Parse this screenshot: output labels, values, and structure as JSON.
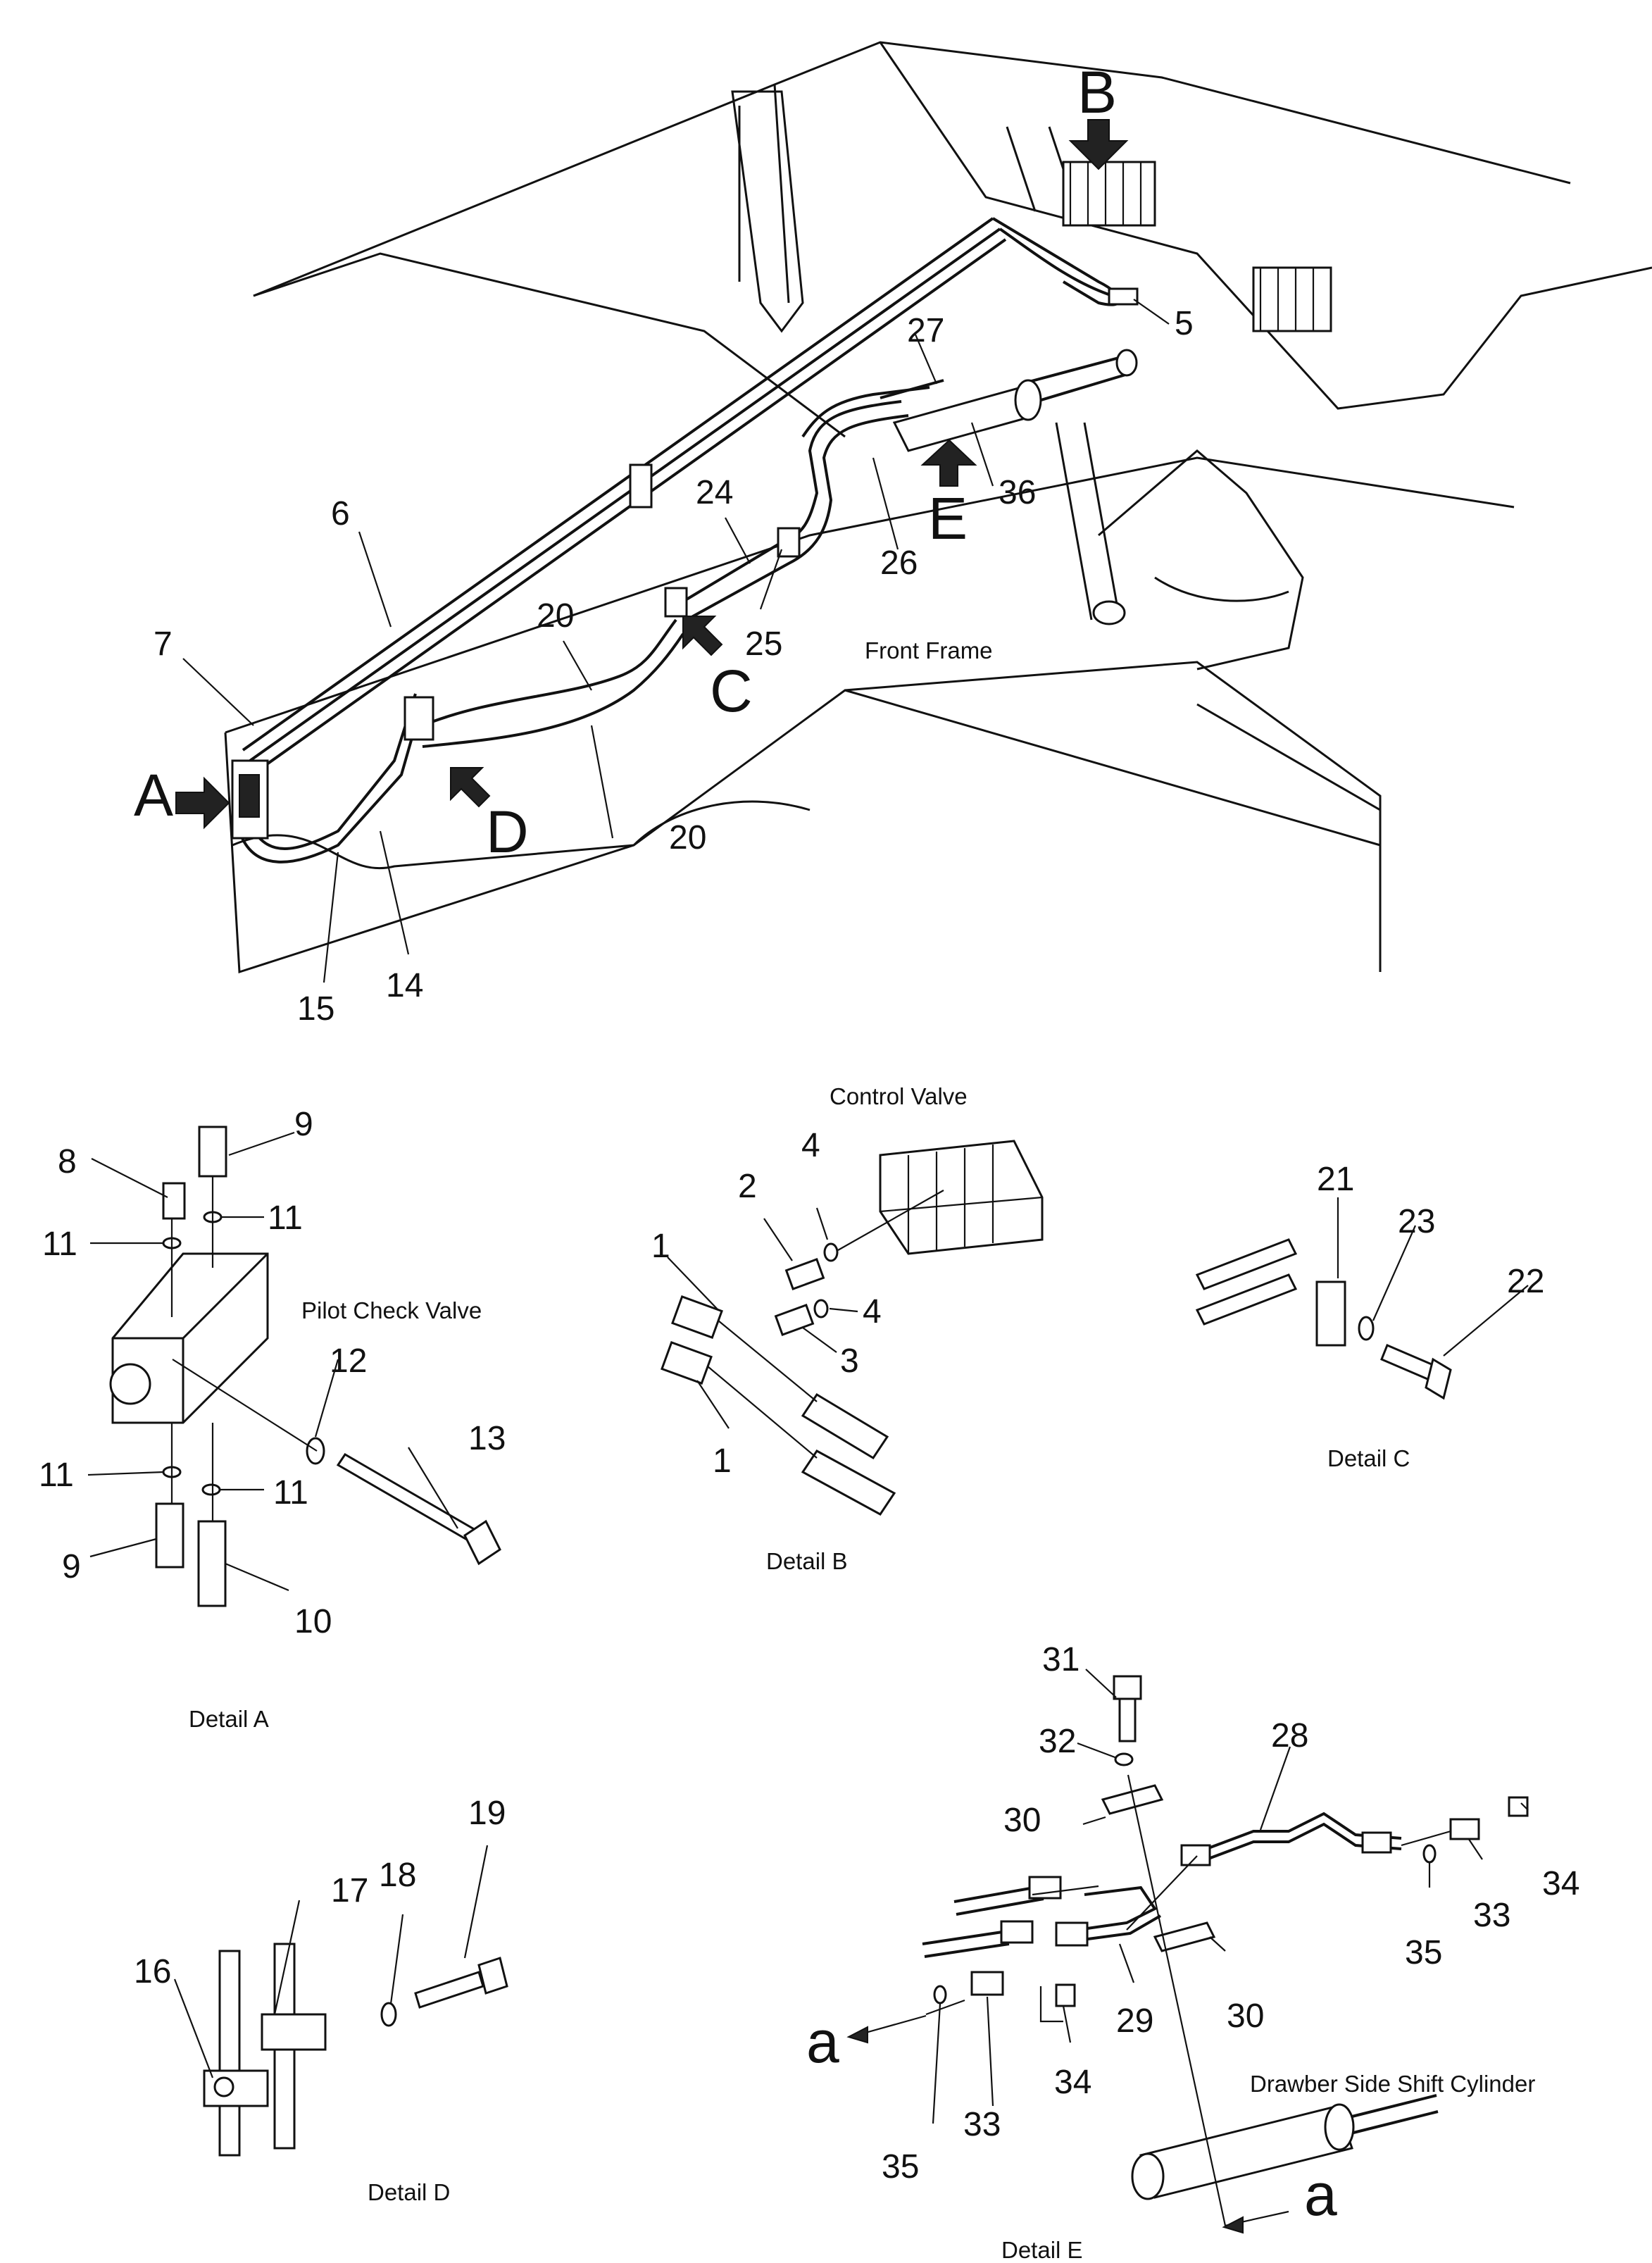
{
  "callouts": {
    "n1a": "1",
    "n1b": "1",
    "n2": "2",
    "n3": "3",
    "n4a": "4",
    "n4b": "4",
    "n5": "5",
    "n6": "6",
    "n7": "7",
    "n8": "8",
    "n9a": "9",
    "n9b": "9",
    "n10": "10",
    "n11a": "11",
    "n11b": "11",
    "n11c": "11",
    "n11d": "11",
    "n12": "12",
    "n13": "13",
    "n14": "14",
    "n15": "15",
    "n16": "16",
    "n17": "17",
    "n18": "18",
    "n19": "19",
    "n20a": "20",
    "n20b": "20",
    "n21": "21",
    "n22": "22",
    "n23": "23",
    "n24": "24",
    "n25": "25",
    "n26": "26",
    "n27": "27",
    "n28": "28",
    "n29": "29",
    "n30a": "30",
    "n30b": "30",
    "n31": "31",
    "n32": "32",
    "n33a": "33",
    "n33b": "33",
    "n34a": "34",
    "n34b": "34",
    "n35a": "35",
    "n35b": "35",
    "n36": "36"
  },
  "view_letters": {
    "A": "A",
    "B": "B",
    "C": "C",
    "D": "D",
    "E": "E"
  },
  "connector_a": "a",
  "labels": {
    "front_frame": "Front Frame",
    "control_valve": "Control Valve",
    "pilot_check_valve": "Pilot Check Valve",
    "drawbar_cylinder": "Drawber Side Shift Cylinder"
  },
  "details": {
    "a": "Detail A",
    "b": "Detail B",
    "c": "Detail C",
    "d": "Detail D",
    "e": "Detail E"
  }
}
